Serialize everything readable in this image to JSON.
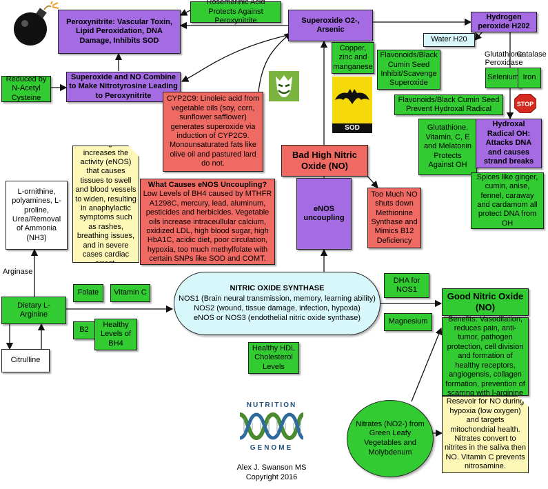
{
  "nodes": {
    "peroxynitrite": "Peroxynitrite: Vascular Toxin, Lipid Peroxidation, DNA Damage, Inhibits SOD",
    "rosemarinic": "Rosemarinic Acid Protects Against Peroxynitrite",
    "superoxide_arsenic": "Superoxide O2-, Arsenic",
    "hydrogen_peroxide": "Hydrogen peroxide H202",
    "water": "Water H20",
    "glutathione_peroxidase": "Glutathione Peroxidase",
    "catalase": "Catalase",
    "selenium": "Selenium",
    "iron": "Iron",
    "stop": "STOP",
    "copper_zinc": "Copper, zinc and manganese",
    "flavonoids_superoxide": "Flavonoids/Black Cumin Seed Inhibit/Scavenge Superoxide",
    "flavonoids_hydroxal": "Flavonoids/Black Cumin Seed Prevent Hydroxal Radical",
    "sod": "SOD",
    "reduced_nac": "Reduced by N-Acetyl Cysteine",
    "combine_no": "Superoxide and NO Combine to Make Nitrotyrosine Leading to Peroxynitrite",
    "cyp2c9": "CYP2C9: Linoleic acid from vegetable oils (soy, corn, sunflower safflower) generates superoxide via induction of CYP2C9. Monounsaturated fats like olive oil and pastured lard do not.",
    "glutathione_vitamins": "Glutathione, Vitamin, C, E and Melatonin Protects Against OH",
    "hydroxal_radical": "Hydroxal Radical OH: Attacks DNA and causes strand breaks",
    "spices": "Spices like ginger, cumin, anise, fennel, caraway and cardamom all protect DNA from OH",
    "bad_no": "Bad High Nitric Oxide (NO)",
    "estrogen": "Estrogen increases the activity (eNOS) that causes tissues to swell and blood vessels to widen, resulting in anaphylactic symptoms such as rashes, breathing issues, and in severe cases cardiac arrest.",
    "lornithine": "L-ornithine, polyamines, L-proline, Urea/Removal of Ammonia (NH3)",
    "uncoupling_title": "What Causes eNOS Uncoupling?",
    "uncoupling_body": " Low Levels of BH4 caused by MTHFR A1298C, mercury, lead, aluminum, pesticides and herbicides. Vegetable oils increase intraceullular calcium, oxidized LDL, high blood sugar, high HbA1C, acidic diet, poor circulation, hypoxia, too much methylfolate with certain SNPs like SOD and COMT.",
    "enos_uncoupling": "eNOS uncoupling",
    "too_much_no": "Too Much NO shuts down Methionine Synthase and Mimics B12 Deficiency",
    "arginase": "Arginase",
    "folate": "Folate",
    "vitamin_c": "Vitamin C",
    "dietary_arginine": "Dietary L-Arginine",
    "b2": "B2",
    "healthy_bh4": "Healthy Levels of BH4",
    "citrulline": "Citrulline",
    "dha": "DHA for NOS1",
    "magnesium": "Magnesium",
    "good_no": "Good Nitric Oxide (NO)",
    "benefits": "Benefits: Vasodilation, reduces pain, anti-tumor, pathogen protection, cell division and formation of healthy receptors, angiogensis, collagen formation, prevention of scarring with l-arginine",
    "healthy_hdl": "Healthy HDL Cholesterol Levels",
    "reservoir": "Resevoir for NO during hypoxia (low oxygen) and targets mitochondrial health. Nitrates convert to nitrites in the saliva then NO. Vitamin C prevents nitrosamine.",
    "nitrates": "Nitrates (NO2-) from Green Leafy Vegetables and Molybdenum"
  },
  "synthase": {
    "title": "NITRIC OXIDE SYNTHASE",
    "nos1": "NOS1 (Brain neural transmission, memory, learning ability)",
    "nos2": "NOS2 (wound, tissue damage, infection, hypoxia)",
    "nos3": "eNOS or NOS3 (endothelial nitric oxide synthase)"
  },
  "logo": {
    "top": "NUTRITION",
    "bottom": "GENOME"
  },
  "credit": {
    "author": "Alex J. Swanson MS",
    "copyright": "Copyright 2016"
  },
  "colors": {
    "purple": "#a46be3",
    "green": "#32cc32",
    "red": "#f06a64",
    "cyan": "#d8f7fb",
    "yellow": "#fdf7b8"
  },
  "icons": [
    "bomb-icon",
    "joker-icon",
    "bat-icon",
    "stop-sign-icon",
    "dna-logo-icon"
  ]
}
